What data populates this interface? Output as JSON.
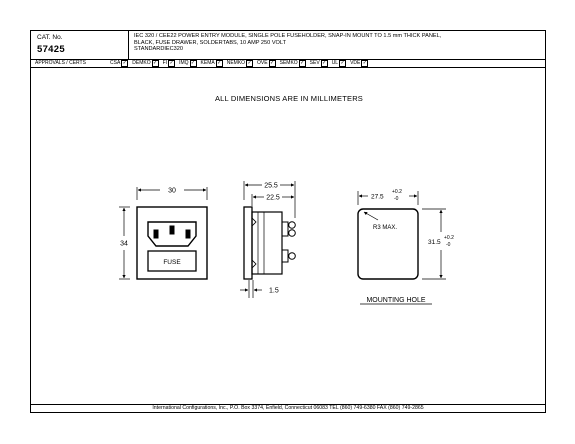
{
  "header": {
    "cat_label": "CAT. No.",
    "cat_number": "57425",
    "description_lines": [
      "IEC 320 / CEE22 POWER ENTRY MODULE, SINGLE POLE FUSEHOLDER, SNAP-IN MOUNT TO 1.5 mm THICK PANEL,",
      "BLACK, FUSE DRAWER, SOLDERTABS, 10 AMP 250 VOLT",
      "STANDARDIEC320"
    ]
  },
  "approvals": {
    "label": "APPROVALS / CERTS",
    "items": [
      "CSA",
      "DEMKO",
      "FI",
      "IMQ",
      "KEMA",
      "NEMKO",
      "OVE",
      "SEMKO",
      "SEV",
      "UL",
      "VDE"
    ],
    "check_glyph": "✓"
  },
  "note": "ALL DIMENSIONS ARE IN MILLIMETERS",
  "front_view": {
    "dim_width": "30",
    "dim_height": "34",
    "fuse_label": "FUSE"
  },
  "side_view": {
    "dim_overall": "25.5",
    "dim_body": "22.5",
    "dim_panel": "1.5"
  },
  "mounting_hole": {
    "dim_width": "27.5",
    "tol_width_plus": "+0.2",
    "tol_width_minus": "-0",
    "dim_height": "31.5",
    "tol_height_plus": "+0.2",
    "tol_height_minus": "-0",
    "corner_radius": "R3 MAX.",
    "caption": "MOUNTING HOLE"
  },
  "footer": "International Configurations, Inc., P.O. Box 3374, Enfield, Connecticut 06083  TEL (860) 749-6380  FAX (860) 749-2865"
}
